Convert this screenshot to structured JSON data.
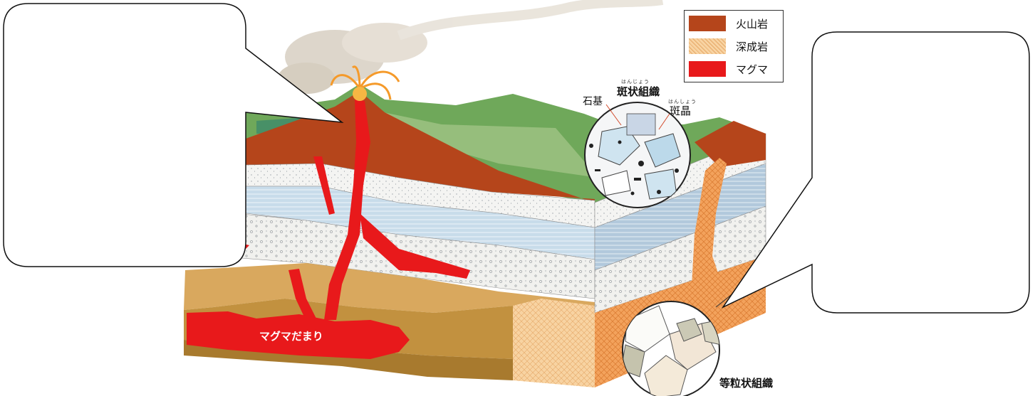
{
  "legend": {
    "items": [
      {
        "label": "火山岩",
        "color": "#b5451b",
        "pattern": "solid"
      },
      {
        "label": "深成岩",
        "color": "#f7cf9a",
        "pattern": "crosshatch"
      },
      {
        "label": "マグマ",
        "color": "#e8191b",
        "pattern": "solid"
      }
    ]
  },
  "labels": {
    "porphyritic_ruby": "はんじょう",
    "porphyritic": "斑状組織",
    "groundmass": "石基",
    "phenocryst_ruby": "はんしょう",
    "phenocryst": "斑晶",
    "equigranular": "等粒状組織",
    "magma_chamber": "マグマだまり"
  },
  "callouts": {
    "left_text": "",
    "right_text": ""
  },
  "colors": {
    "volcanic_rock": "#b5451b",
    "plutonic_rock": "#f7cf9a",
    "magma": "#e8191b",
    "callout_border": "#111111"
  }
}
